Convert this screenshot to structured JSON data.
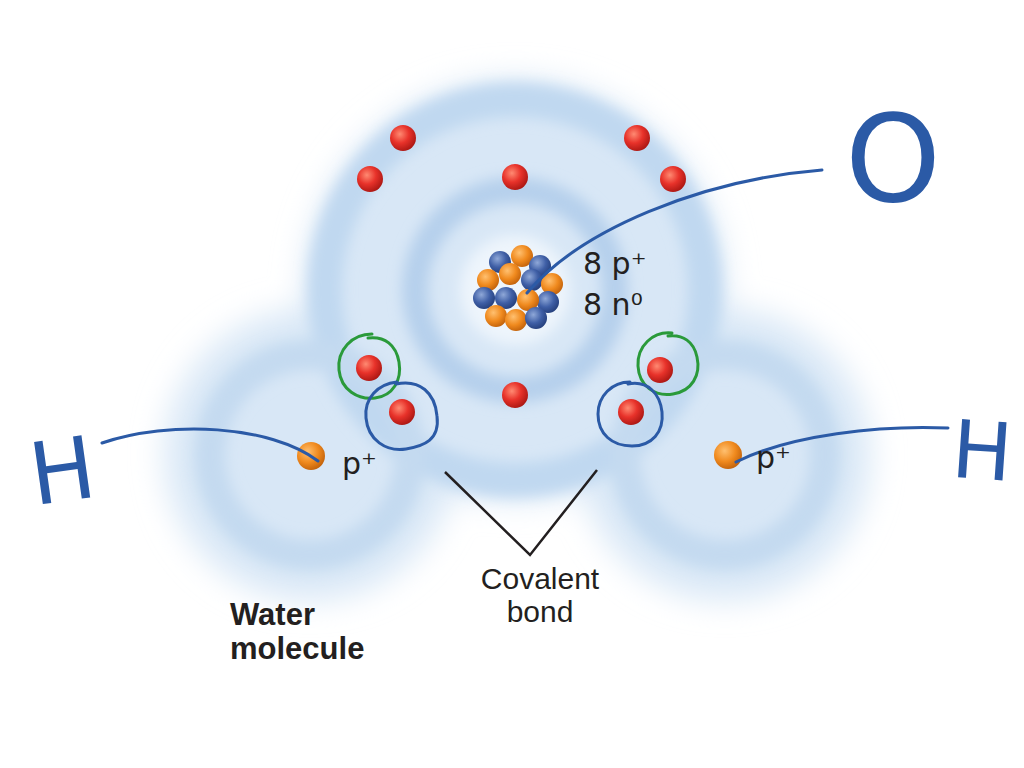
{
  "diagram": {
    "labels": [
      "O",
      "8 p⁺",
      "8 n⁰",
      "H",
      "p⁺",
      "p⁺",
      "H",
      "Covalent bond",
      "Water molecule"
    ]
  }
}
